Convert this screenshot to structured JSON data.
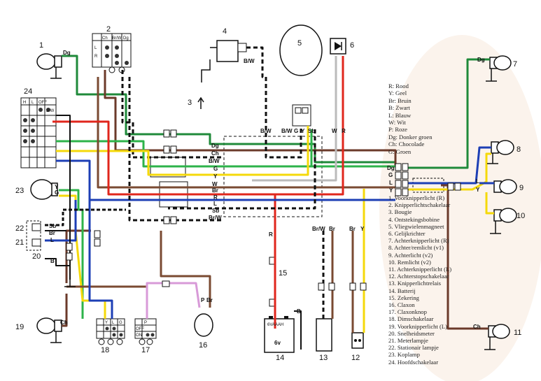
{
  "legend": {
    "colors": [
      "R: Rood",
      "Y: Geel",
      "Br: Bruin",
      "B: Zwart",
      "L: Blauw",
      "W: Wit",
      "P: Roze",
      "Dg: Donker groen",
      "Ch: Chocolade",
      "G: Groen"
    ],
    "components": [
      "1. Voorknipperlicht (R)",
      "2. Knipperlichtschakelaar",
      "3. Bougie",
      "4. Ontstekingsbobine",
      "5. Vliegwielenmagneet",
      "6. Gelijkrichter",
      "7. Achterknipperlicht (R)",
      "8. Achter/remlicht (v1)",
      "9. Achterlicht (v2)",
      "10. Remlicht (v2)",
      "11. Achterknipperlicht (L)",
      "12. Achterstopschakelaar",
      "13. Knipperlichtrelais",
      "14. Batterij",
      "15. Zekering",
      "16. Claxon",
      "17. Claxonknop",
      "18. Dimschakelaar",
      "19. Voorknipperlicht (L)",
      "20. Snelheidsmeter",
      "21. Meterlampje",
      "22. Stationair lampje",
      "23. Koplamp",
      "24. Hoofdschakelaar"
    ]
  },
  "numbers": [
    "1",
    "2",
    "3",
    "4",
    "5",
    "6",
    "7",
    "8",
    "9",
    "10",
    "11",
    "12",
    "13",
    "14",
    "15",
    "16",
    "17",
    "18",
    "19",
    "20",
    "21",
    "22",
    "23",
    "24"
  ],
  "wire_labels": {
    "dg1": "Dg",
    "dg7": "Dg",
    "bw4": "B/W",
    "bw5": "B/W",
    "bw_mid": "B/W",
    "g5": "G",
    "y5": "Y",
    "sb5": "Sb",
    "w6": "W",
    "r6": "R",
    "h_dg": "Dg",
    "h_ch": "Ch",
    "h_bw": "B/W",
    "h_g": "G",
    "h_y": "Y",
    "h_w": "W",
    "h_br": "Br",
    "h_r": "R",
    "h_l": "L",
    "h_sb": "Sb",
    "h_brw": "Br/W",
    "r_dg": "Dg",
    "r_g": "G",
    "r_l": "L",
    "r_y": "Y",
    "r_l2": "L",
    "r_y2": "Y",
    "ch11": "Ch",
    "ch19": "Ch",
    "y23": "Y",
    "g23": "G",
    "sb22": "Sb",
    "br21": "Br",
    "l21": "L",
    "b20": "B",
    "r15": "R",
    "brw13": "Br/W",
    "br13": "Br",
    "br12": "Br",
    "y12": "Y",
    "p16": "P",
    "br16": "Br",
    "b14": "B",
    "bat_top": "6VAAAH",
    "bat_v": "6v",
    "sw2_a": "Ch",
    "sw2_b": "Br/W",
    "sw2_c": "Dg",
    "sw2_d": "L",
    "sw2_e": "R",
    "sw24_a": "H",
    "sw24_b": "L",
    "sw24_c": "OFF",
    "sw24_d": "B/W",
    "sw18_y": "Y",
    "sw18_l": "L",
    "sw18_g": "G",
    "sw17_p": "P",
    "sw17_off": "OFF",
    "sw17_on": "ON"
  },
  "colors": {
    "green_dark": "#1f8a3a",
    "green": "#2db34a",
    "chocolate": "#6b3a2a",
    "brown": "#7a4a32",
    "red": "#e0261c",
    "yellow": "#f5d90a",
    "blue": "#1d3fb5",
    "pink": "#d89ad8",
    "white": "#bbbbbb",
    "black": "#111111",
    "legend_bg": "#fbf3ec"
  }
}
